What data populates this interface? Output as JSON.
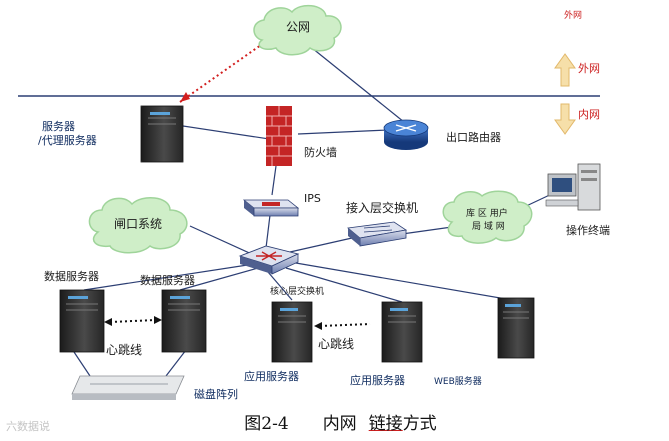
{
  "labels": {
    "public_net": "公网",
    "outer_net_top": "外网",
    "outer_net": "外网",
    "inner_net": "内网",
    "server_proxy_line1": "服务器",
    "server_proxy_line2": "/代理服务器",
    "firewall": "防火墙",
    "egress_router": "出口路由器",
    "ips": "IPS",
    "access_switch": "接入层交换机",
    "gate_system": "闸口系统",
    "lan_line1": "库 区 用户",
    "lan_line2": "局 域 网",
    "terminal": "操作终端",
    "core_switch": "核心层交换机",
    "db_server_1": "数据服务器",
    "db_server_2": "数据服务器",
    "heartbeat_1": "心跳线",
    "heartbeat_2": "心跳线",
    "disk_array": "磁盘阵列",
    "app_server_1": "应用服务器",
    "app_server_2": "应用服务器",
    "web_server": "WEB服务器"
  },
  "caption": {
    "figure_no": "图2-4",
    "text_a": "内网",
    "text_b": "链接",
    "text_c": "方式"
  },
  "watermark": "六数据说",
  "colors": {
    "line": "#2c3e73",
    "cloud_fill": "#cfeec8",
    "cloud_stroke": "#9fd49a",
    "firewall": "#c42525",
    "router": "#1e4f9c",
    "arrow_fill": "#f6dfa9",
    "red_text": "#cc1f1f"
  }
}
